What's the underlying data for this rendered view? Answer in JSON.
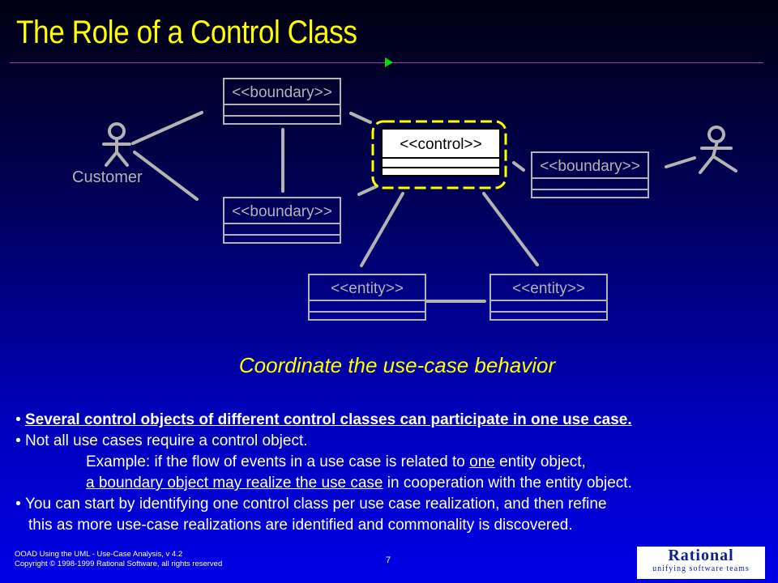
{
  "slide": {
    "title": "The Role of a Control Class",
    "subtitle": "Coordinate the use-case behavior",
    "page_number": "7"
  },
  "diagram": {
    "actor_customer_label": "Customer",
    "boundary_label": "<<boundary>>",
    "control_label": "<<control>>",
    "entity_label": "<<entity>>"
  },
  "bullets": {
    "b1": "Several control objects of different control classes can participate in one use case.",
    "b2": "Not all use cases require a control object.",
    "b2_example_a": "Example:  if the flow of events in a use case is related to ",
    "b2_example_one": "one",
    "b2_example_b": " entity object,",
    "b2_example_ul": "a boundary object may realize the use case",
    "b2_example_c": " in cooperation with the entity object.",
    "b3_line1": "You can start by identifying one control class per use case realization, and then refine",
    "b3_line2": "this as more use-case realizations are identified and commonality is discovered."
  },
  "footer": {
    "line1": "OOAD Using the UML - Use-Case Analysis, v 4.2",
    "line2": "Copyright © 1998-1999 Rational Software, all rights reserved"
  },
  "logo": {
    "brand": "Rational",
    "tagline": "unifying software teams"
  },
  "colors": {
    "title": "#ffff00",
    "diagram_gray": "#b3b3b3",
    "highlight_border": "#ffff00",
    "rule": "#b030b0",
    "rule_arrow": "#00e000"
  }
}
